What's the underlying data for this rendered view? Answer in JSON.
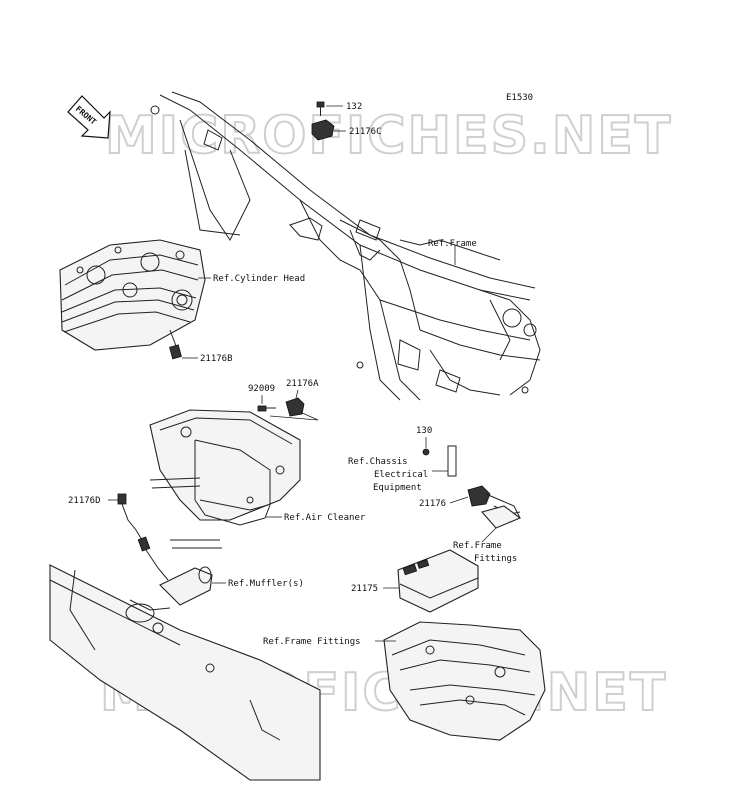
{
  "diagram_code": "E1530",
  "front_arrow": "FRONT",
  "watermark": "MICROFICHES.NET",
  "labels": {
    "p132": "132",
    "p21176c": "21176C",
    "ref_frame": "Ref.Frame",
    "ref_cylinder_head": "Ref.Cylinder Head",
    "p21176b": "21176B",
    "p92009": "92009",
    "p21176a": "21176A",
    "p130": "130",
    "ref_chassis_1": "Ref.Chassis",
    "ref_chassis_2": "Electrical",
    "ref_chassis_3": "Equipment",
    "p21176": "21176",
    "ref_air_cleaner": "Ref.Air Cleaner",
    "p21176d": "21176D",
    "ref_frame_fittings_1": "Ref.Frame",
    "ref_frame_fittings_2": "Fittings",
    "ref_muffler": "Ref.Muffler(s)",
    "p21175": "21175",
    "ref_frame_fittings_b": "Ref.Frame Fittings"
  }
}
